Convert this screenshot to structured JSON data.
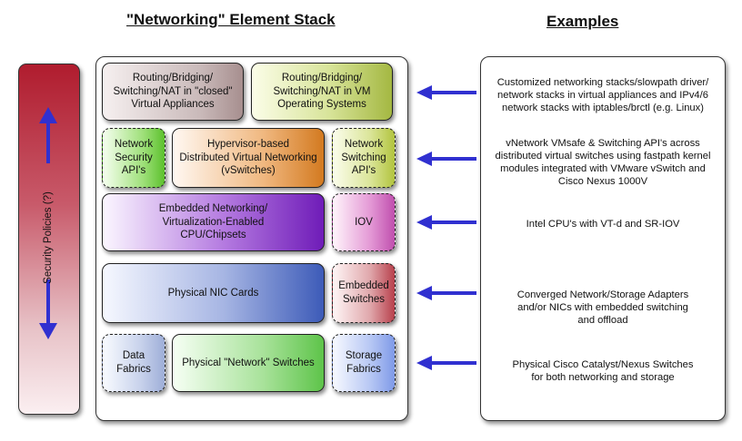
{
  "titles": {
    "stack": "\"Networking\" Element Stack",
    "examples": "Examples"
  },
  "security_label": "Security Policies (?)",
  "stack": {
    "row1": {
      "closed": "Routing/Bridging/\nSwitching/NAT in \"closed\"\nVirtual Appliances",
      "vm": "Routing/Bridging/\nSwitching/NAT in VM\nOperating Systems"
    },
    "row2": {
      "security_api": "Network\nSecurity\nAPI's",
      "hypervisor": "Hypervisor-based\nDistributed Virtual Networking\n(vSwitches)",
      "switching_api": "Network\nSwitching\nAPI's"
    },
    "row3": {
      "embedded_cpu": "Embedded Networking/\nVirtualization-Enabled\nCPU/Chipsets",
      "iov": "IOV"
    },
    "row4": {
      "nic": "Physical NIC Cards",
      "embedded_switches": "Embedded\nSwitches"
    },
    "row5": {
      "data_fabrics": "Data\nFabrics",
      "switches": "Physical \"Network\" Switches",
      "storage_fabrics": "Storage\nFabrics"
    }
  },
  "examples": [
    "Customized networking stacks/slowpath driver/\nnetwork stacks in virtual appliances and IPv4/6\nnetwork stacks with iptables/brctl (e.g. Linux)",
    "vNetwork VMsafe & Switching API's across\ndistributed virtual switches using fastpath kernel\nmodules integrated with VMware vSwitch and\nCisco Nexus 1000V",
    "Intel CPU's with VT-d and SR-IOV",
    "Converged Network/Storage Adapters\nand/or NICs with embedded switching\nand offload",
    "Physical Cisco Catalyst/Nexus Switches\nfor both networking and storage"
  ],
  "colors": {
    "arrow": "#3030d0",
    "security_top": "#b01c2e"
  }
}
